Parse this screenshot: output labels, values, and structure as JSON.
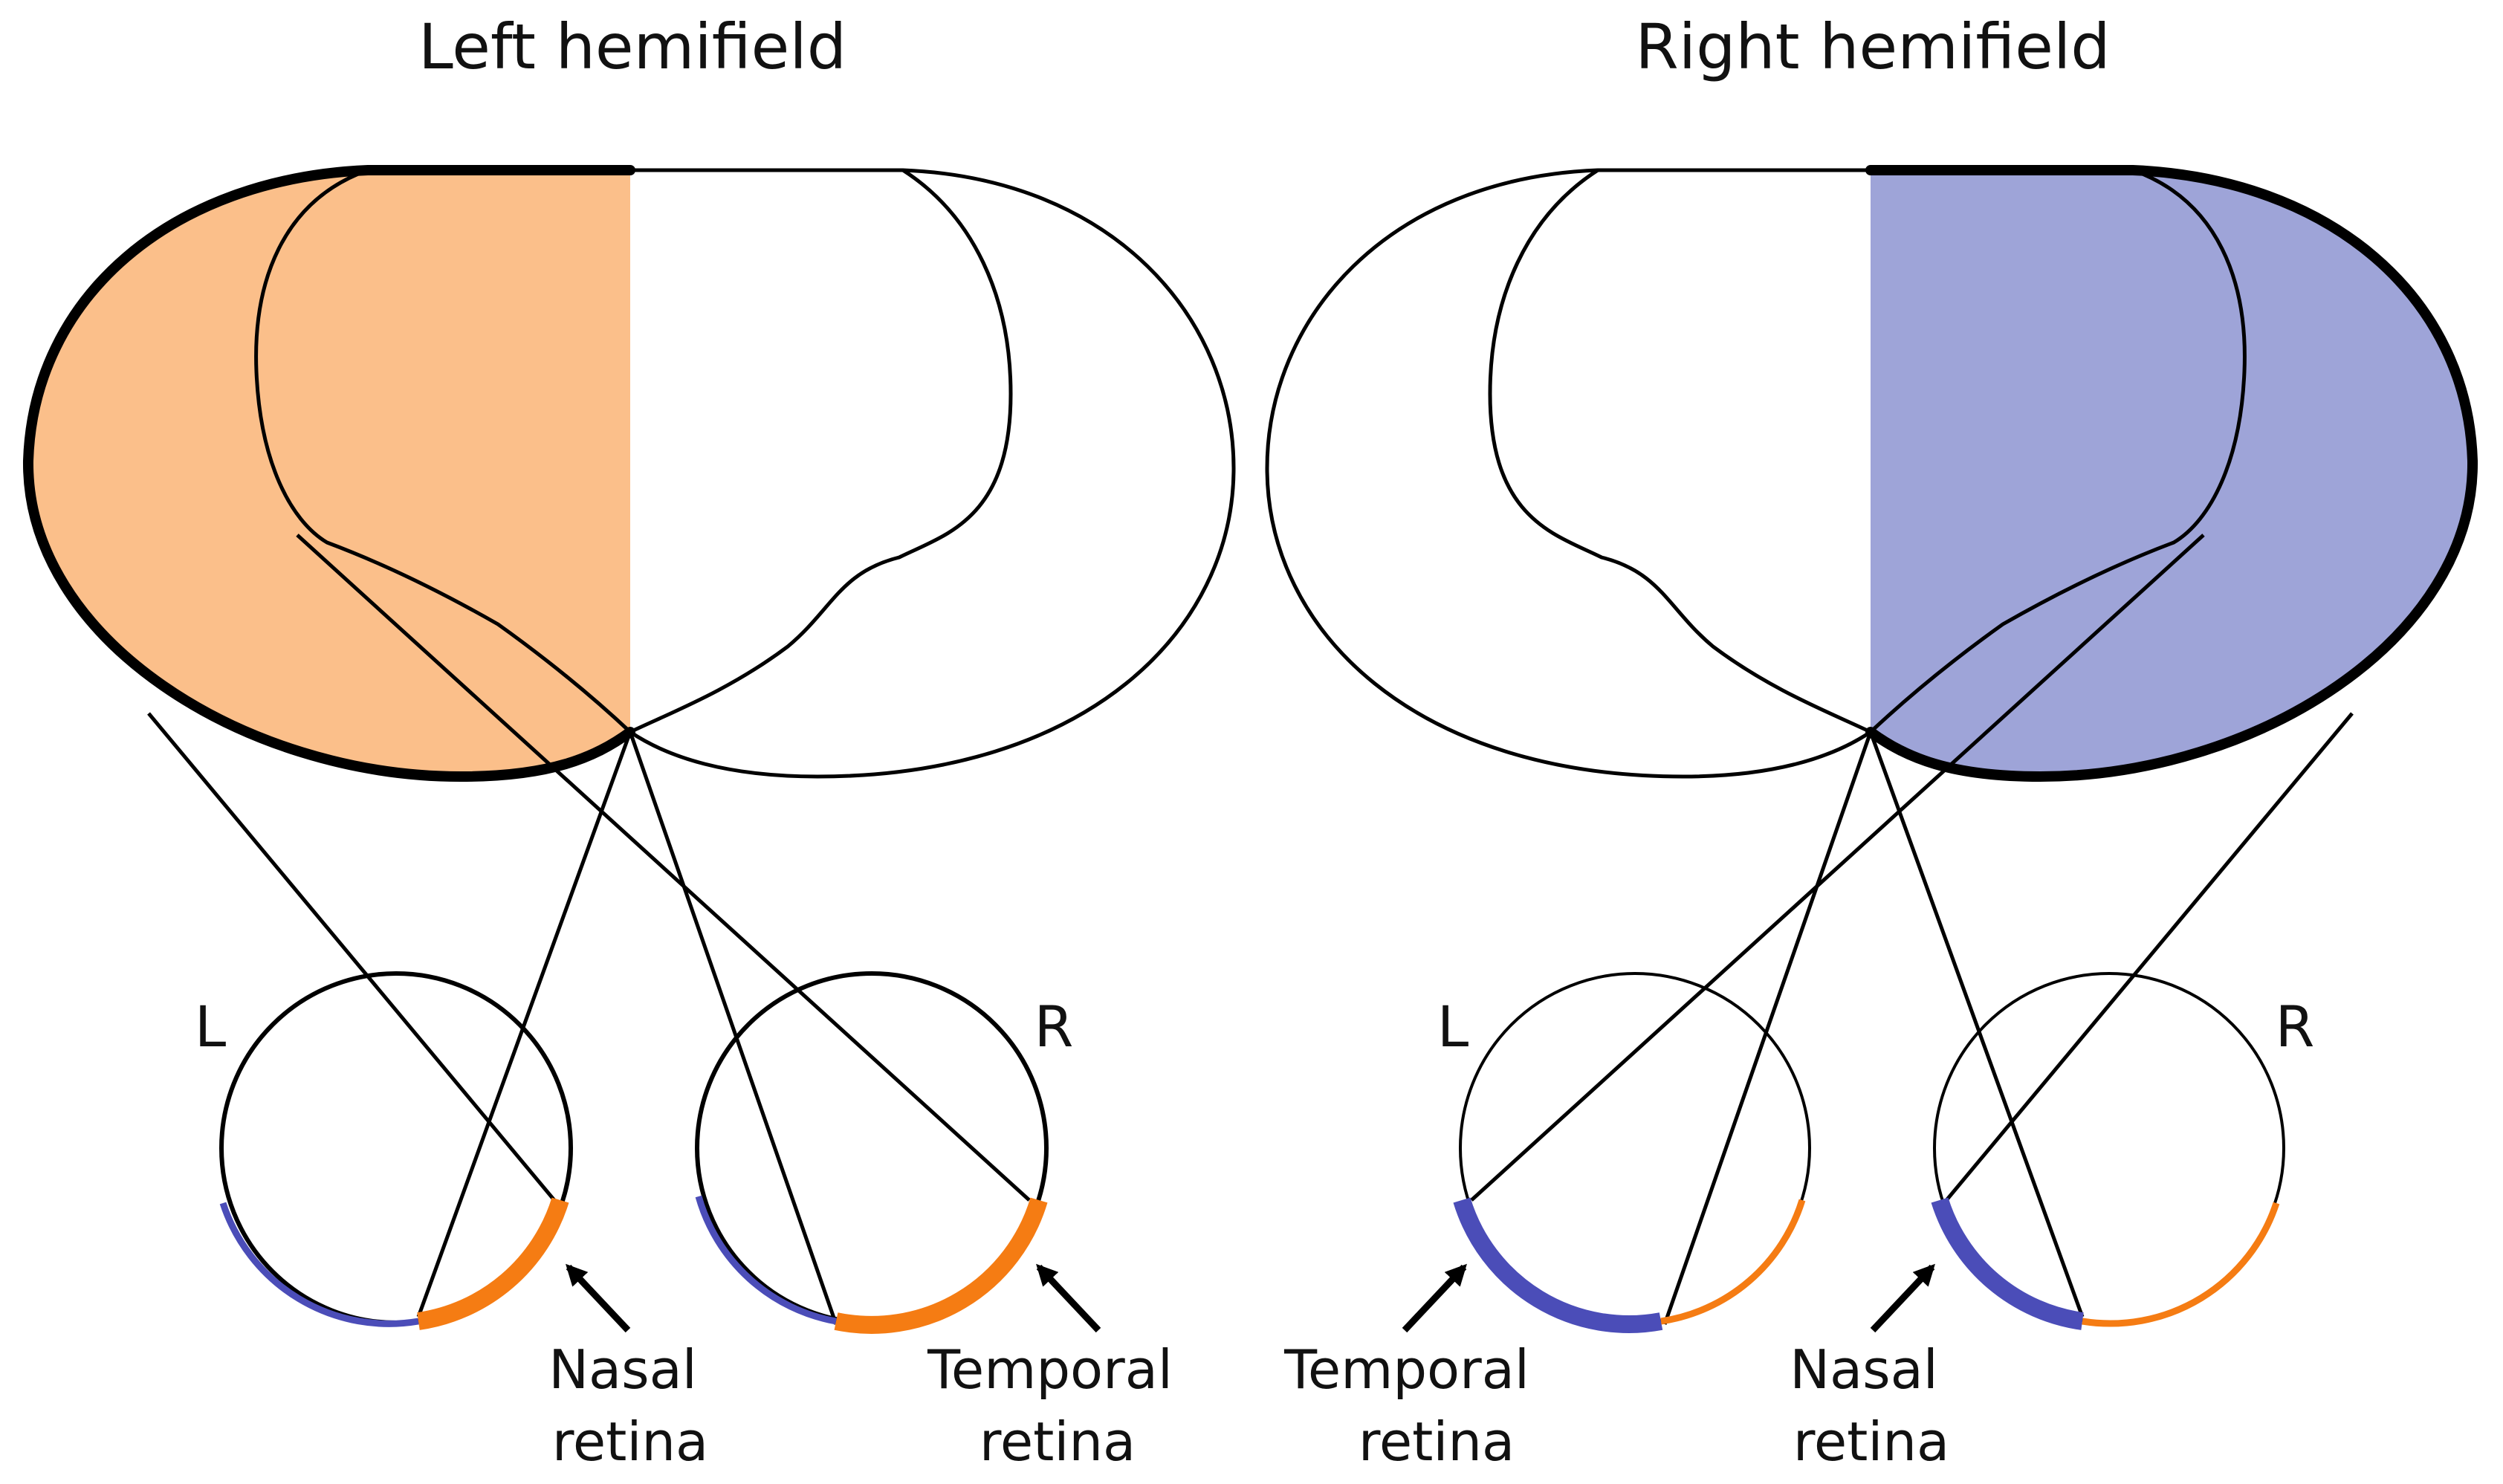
{
  "left_panel": {
    "title": "Left hemifield",
    "eye_left": "L",
    "eye_right": "R",
    "label_left": [
      "Nasal",
      "retina"
    ],
    "label_right": [
      "Temporal",
      "retina"
    ]
  },
  "right_panel": {
    "title": "Right hemifield",
    "eye_left": "L",
    "eye_right": "R",
    "label_left": [
      "Temporal",
      "retina"
    ],
    "label_right": [
      "Nasal",
      "retina"
    ]
  },
  "colors": {
    "left_hemifield_fill": "#fbbf8a",
    "right_hemifield_fill": "#9ea4d8",
    "nasal_arc_orange": "#f57c13",
    "temporal_arc_blue": "#4b4db8",
    "outline": "#000000"
  }
}
